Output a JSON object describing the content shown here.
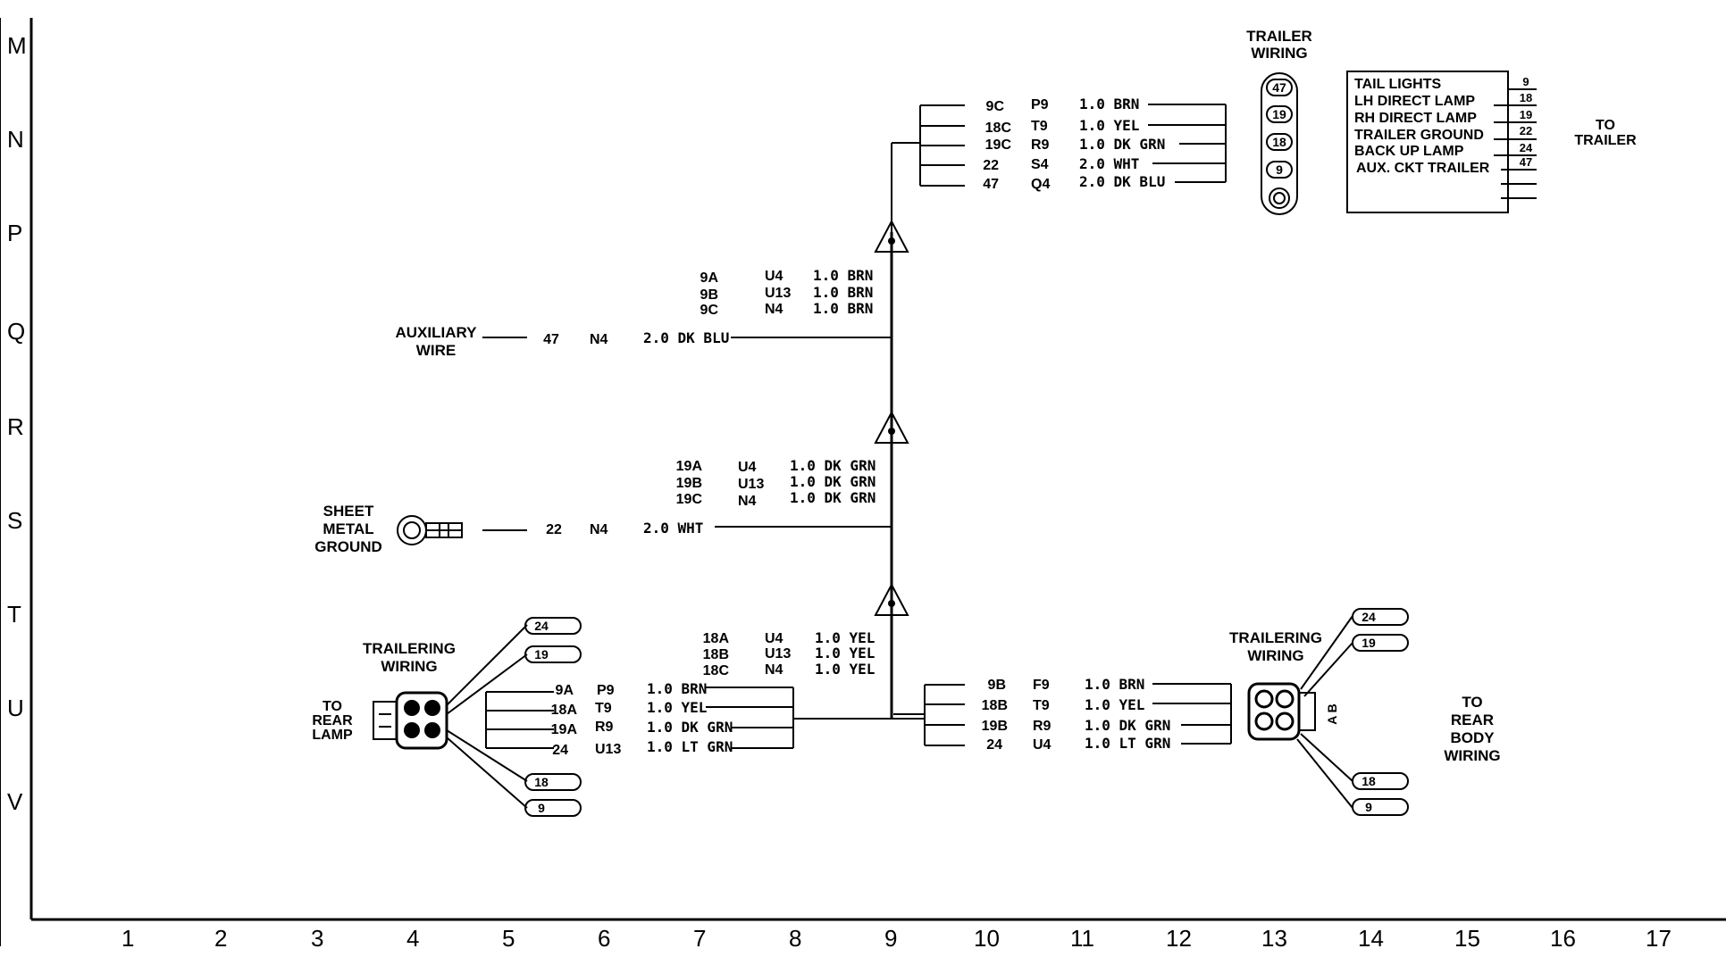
{
  "row_labels": [
    "M",
    "N",
    "P",
    "Q",
    "R",
    "S",
    "T",
    "U",
    "V"
  ],
  "column_labels": [
    "1",
    "2",
    "3",
    "4",
    "5",
    "6",
    "7",
    "8",
    "9",
    "10",
    "11",
    "12",
    "13",
    "14",
    "15",
    "16",
    "17"
  ],
  "trailer_wiring": {
    "title_line1": "TRAILER",
    "title_line2": "WIRING",
    "pins": [
      "47",
      "19",
      "18",
      "9"
    ],
    "to_trailer_line1": "TO",
    "to_trailer_line2": "TRAILER",
    "functions": [
      {
        "name": "TAIL LIGHTS",
        "pin": "9"
      },
      {
        "name": "LH DIRECT LAMP",
        "pin": "18"
      },
      {
        "name": "RH DIRECT LAMP",
        "pin": "19"
      },
      {
        "name": "TRAILER GROUND",
        "pin": "22"
      },
      {
        "name": "BACK UP LAMP",
        "pin": "24"
      },
      {
        "name": "AUX. CKT TRAILER",
        "pin": "47"
      }
    ]
  },
  "top_wires": [
    {
      "id": "9C",
      "loc": "P9",
      "spec": "1.0 BRN"
    },
    {
      "id": "18C",
      "loc": "T9",
      "spec": "1.0 YEL"
    },
    {
      "id": "19C",
      "loc": "R9",
      "spec": "1.0 DK GRN"
    },
    {
      "id": "22",
      "loc": "S4",
      "spec": "2.0 WHT"
    },
    {
      "id": "47",
      "loc": "Q4",
      "spec": "2.0 DK BLU"
    }
  ],
  "splice_9": [
    {
      "id": "9A",
      "loc": "U4",
      "spec": "1.0 BRN"
    },
    {
      "id": "9B",
      "loc": "U13",
      "spec": "1.0 BRN"
    },
    {
      "id": "9C",
      "loc": "N4",
      "spec": "1.0 BRN"
    }
  ],
  "auxiliary": {
    "label_line1": "AUXILIARY",
    "label_line2": "WIRE",
    "id": "47",
    "loc": "N4",
    "spec": "2.0 DK BLU"
  },
  "splice_19": [
    {
      "id": "19A",
      "loc": "U4",
      "spec": "1.0 DK GRN"
    },
    {
      "id": "19B",
      "loc": "U13",
      "spec": "1.0 DK GRN"
    },
    {
      "id": "19C",
      "loc": "N4",
      "spec": "1.0 DK GRN"
    }
  ],
  "ground": {
    "label_line1": "SHEET",
    "label_line2": "METAL",
    "label_line3": "GROUND",
    "id": "22",
    "loc": "N4",
    "spec": "2.0 WHT"
  },
  "splice_18": [
    {
      "id": "18A",
      "loc": "U4",
      "spec": "1.0 YEL"
    },
    {
      "id": "18B",
      "loc": "U13",
      "spec": "1.0 YEL"
    },
    {
      "id": "18C",
      "loc": "N4",
      "spec": "1.0 YEL"
    }
  ],
  "left_connector": {
    "title_line1": "TRAILERING",
    "title_line2": "WIRING",
    "side_line1": "TO",
    "side_line2": "REAR",
    "side_line3": "LAMP",
    "pins_top": [
      "24",
      "19"
    ],
    "pins_bottom": [
      "18",
      "9"
    ],
    "wires": [
      {
        "id": "9A",
        "loc": "P9",
        "spec": "1.0 BRN"
      },
      {
        "id": "18A",
        "loc": "T9",
        "spec": "1.0 YEL"
      },
      {
        "id": "19A",
        "loc": "R9",
        "spec": "1.0 DK GRN"
      },
      {
        "id": "24",
        "loc": "U13",
        "spec": "1.0 LT GRN"
      }
    ]
  },
  "right_connector": {
    "title_line1": "TRAILERING",
    "title_line2": "WIRING",
    "side_line1": "TO",
    "side_line2": "REAR",
    "side_line3": "BODY",
    "side_line4": "WIRING",
    "ab_label": "A B",
    "pins_top": [
      "24",
      "19"
    ],
    "pins_bottom": [
      "18",
      "9"
    ],
    "wires": [
      {
        "id": "9B",
        "loc": "F9",
        "spec": "1.0 BRN"
      },
      {
        "id": "18B",
        "loc": "T9",
        "spec": "1.0 YEL"
      },
      {
        "id": "19B",
        "loc": "R9",
        "spec": "1.0 DK GRN"
      },
      {
        "id": "24",
        "loc": "U4",
        "spec": "1.0 LT GRN"
      }
    ]
  }
}
